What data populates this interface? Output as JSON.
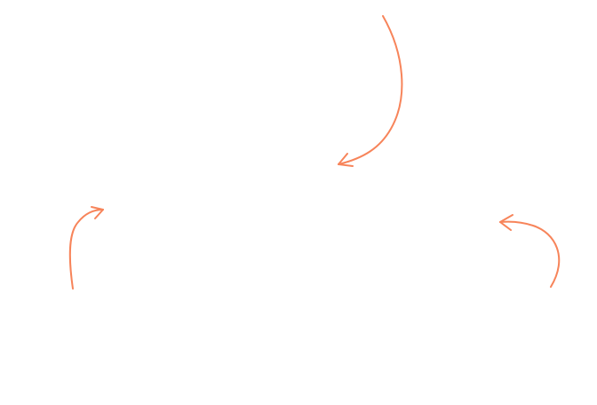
{
  "colors": {
    "background": "#ffffff",
    "arrow_stroke": "#f7845a"
  },
  "arrows": [
    {
      "name": "arrow-top-center",
      "icon": "curved-arrow-icon"
    },
    {
      "name": "arrow-left",
      "icon": "curved-arrow-icon"
    },
    {
      "name": "arrow-right",
      "icon": "curved-arrow-icon"
    }
  ]
}
